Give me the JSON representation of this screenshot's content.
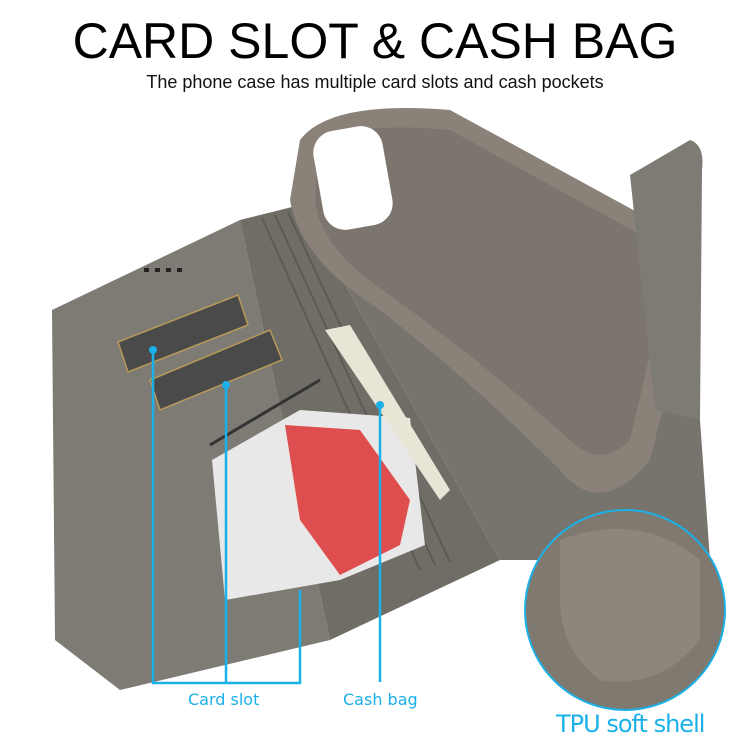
{
  "header": {
    "title": "CARD SLOT & CASH BAG",
    "subtitle": "The phone case has multiple card slots and cash pockets"
  },
  "callouts": {
    "card_slot": "Card slot",
    "cash_bag": "Cash bag",
    "tpu_shell": "TPU soft shell"
  },
  "colors": {
    "accent": "#1ab0e8",
    "leather": "#7d7b74",
    "tpu": "#8a8279"
  }
}
